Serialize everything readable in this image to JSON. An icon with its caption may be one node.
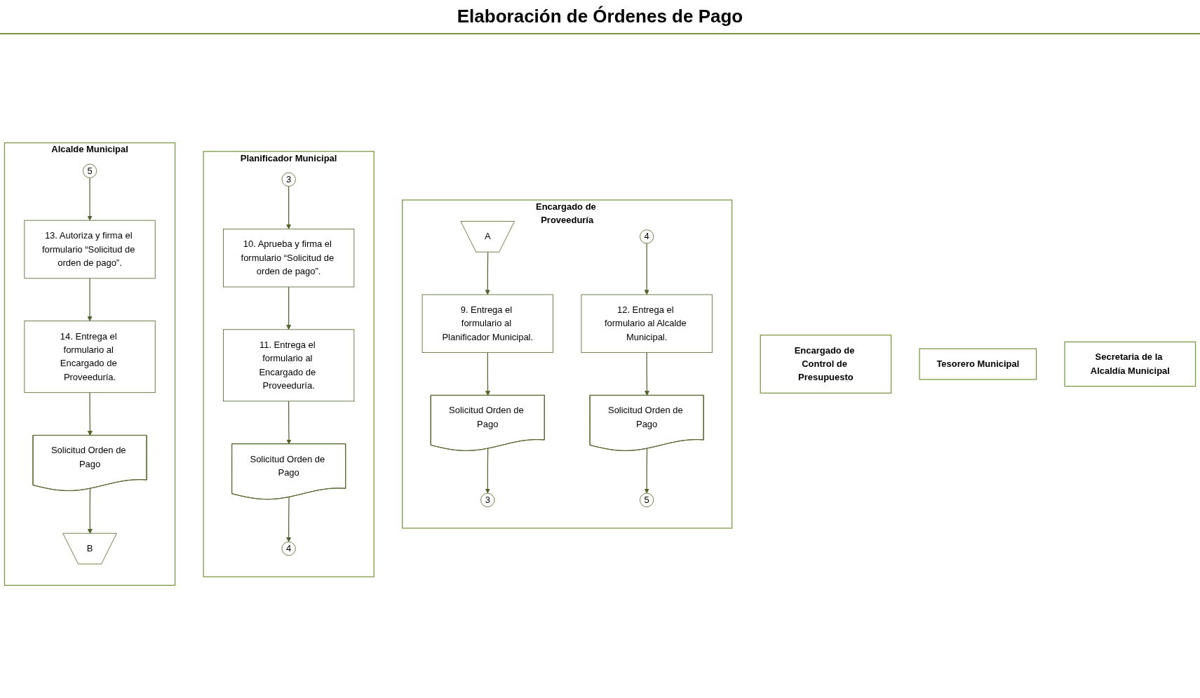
{
  "diagram": {
    "title": "Elaboración de Órdenes de Pago",
    "nodes": [
      {
        "text": [
          "Encargado de Proveeduría"
        ]
      },
      {
        "text": [
          "Encargado de Control de Presupuesto"
        ]
      },
      {
        "text": [
          "Planificador Municipal"
        ]
      },
      {
        "text": [
          "Alcalde Municipal"
        ]
      },
      {
        "text": [
          "Tesorero Municipal"
        ]
      },
      {
        "text": [
          "Secretaria de la Alcaldía Municipal"
        ]
      },
      {
        "text": [
          "A"
        ],
        "in": 0
      },
      {
        "text": [
          "9. Entrega el formulario al Planificador Municipal."
        ],
        "in": 0
      },
      {
        "text": [
          "Solicitud Orden de Pago"
        ],
        "in": 0
      },
      {
        "text": [
          "3"
        ],
        "in": 0
      },
      {
        "text": [
          "4"
        ],
        "in": 0
      },
      {
        "text": [
          "12. Entrega el formulario al Alcalde Municipal."
        ],
        "in": 0
      },
      {
        "text": [
          "Solicitud Orden de Pago"
        ],
        "in": 0
      },
      {
        "text": [
          "5"
        ],
        "in": 0
      },
      {
        "text": [
          "3"
        ],
        "in": 2
      },
      {
        "text": [
          "10. Aprueba y firma el formulario “Solicitud de orden de pago”."
        ],
        "in": 2
      },
      {
        "text": [
          "11. Entrega el formulario al Encargado de Proveeduría."
        ],
        "in": 2
      },
      {
        "text": [
          "Solicitud Orden de Pago"
        ],
        "in": 2
      },
      {
        "text": [
          "4"
        ],
        "in": 2
      },
      {
        "text": [
          "5"
        ],
        "in": 3
      },
      {
        "text": [
          "13. Autoriza y firma el formulario “Solicitud de orden de pago”."
        ],
        "in": 3
      },
      {
        "text": [
          "14. Entrega el formulario al Encargado de Proveeduría."
        ],
        "in": 3
      },
      {
        "text": [
          "Solicitud Orden de Pago"
        ],
        "in": 3
      },
      {
        "text": [
          "B"
        ],
        "in": 3
      }
    ],
    "edges": [
      {
        "from": 6,
        "to": 7,
        "arrow": "to"
      },
      {
        "from": 7,
        "to": 8,
        "arrow": "to"
      },
      {
        "from": 8,
        "to": 9,
        "arrow": "to"
      },
      {
        "from": 10,
        "to": 11,
        "arrow": "to"
      },
      {
        "from": 11,
        "to": 12,
        "arrow": "to"
      },
      {
        "from": 12,
        "to": 13,
        "arrow": "to"
      },
      {
        "from": 14,
        "to": 15,
        "arrow": "to"
      },
      {
        "from": 15,
        "to": 16,
        "arrow": "to"
      },
      {
        "from": 16,
        "to": 17,
        "arrow": "to"
      },
      {
        "from": 17,
        "to": 18,
        "arrow": "to"
      },
      {
        "from": 19,
        "to": 20,
        "arrow": "to"
      },
      {
        "from": 20,
        "to": 21,
        "arrow": "to"
      },
      {
        "from": 21,
        "to": 22,
        "arrow": "to"
      },
      {
        "from": 22,
        "to": 23,
        "arrow": "to"
      }
    ]
  }
}
